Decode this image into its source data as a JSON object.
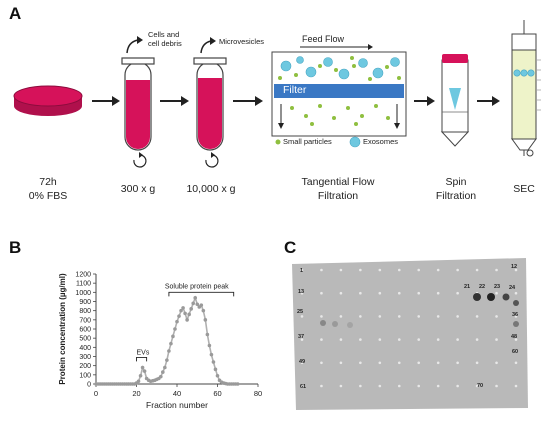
{
  "panel_a": {
    "letter": "A",
    "step1": {
      "line1": "72h",
      "line2": "0% FBS"
    },
    "step2": {
      "label": "300 x g",
      "note_line1": "Cells and",
      "note_line2": "cell debris"
    },
    "step3": {
      "label": "10,000 x g",
      "note": "Microvesicles"
    },
    "step4": {
      "line1": "Tangential Flow",
      "line2": "Filtration",
      "feed_flow": "Feed Flow",
      "filter": "Filter",
      "legend_small": "Small particles",
      "legend_exo": "Exosomes"
    },
    "step5": {
      "line1": "Spin",
      "line2": "Filtration"
    },
    "step6": {
      "label": "SEC"
    },
    "colors": {
      "tube_red": "#d6125a",
      "exosome": "#6ec8e0",
      "particle": "#8fbf3f",
      "filter": "#3a78c4",
      "sec_column": "#eef3c9"
    }
  },
  "panel_b": {
    "letter": "B",
    "annotation_evs": "EVs",
    "annotation_peak": "Soluble protein peak",
    "x_ticks": [
      "0",
      "20",
      "40",
      "60",
      "80"
    ],
    "y_ticks": [
      "0",
      "100",
      "200",
      "300",
      "400",
      "500",
      "600",
      "700",
      "800",
      "900",
      "1000",
      "1100",
      "1200"
    ]
  },
  "panel_c": {
    "letter": "C",
    "spot_labels": [
      "1",
      "12",
      "13",
      "21",
      "22",
      "23",
      "24",
      "25",
      "36",
      "37",
      "48",
      "49",
      "60",
      "61",
      "70"
    ]
  },
  "chart_data": {
    "type": "line",
    "xlabel": "Fraction number",
    "ylabel": "Protein concentration (µg/ml)",
    "xlim": [
      0,
      80
    ],
    "ylim": [
      0,
      1200
    ],
    "x": [
      0,
      1,
      2,
      3,
      4,
      5,
      6,
      7,
      8,
      9,
      10,
      11,
      12,
      13,
      14,
      15,
      16,
      17,
      18,
      19,
      20,
      21,
      22,
      23,
      24,
      25,
      26,
      27,
      28,
      29,
      30,
      31,
      32,
      33,
      34,
      35,
      36,
      37,
      38,
      39,
      40,
      41,
      42,
      43,
      44,
      45,
      46,
      47,
      48,
      49,
      50,
      51,
      52,
      53,
      54,
      55,
      56,
      57,
      58,
      59,
      60,
      61,
      62,
      63,
      64,
      65,
      66,
      67,
      68,
      69,
      70
    ],
    "series": [
      {
        "values": [
          0,
          0,
          0,
          0,
          0,
          0,
          0,
          0,
          0,
          0,
          0,
          0,
          0,
          0,
          0,
          0,
          0,
          0,
          0,
          0,
          10,
          30,
          90,
          180,
          140,
          60,
          40,
          30,
          35,
          40,
          50,
          60,
          80,
          130,
          180,
          260,
          360,
          440,
          520,
          600,
          680,
          740,
          800,
          830,
          770,
          700,
          760,
          820,
          880,
          940,
          870,
          840,
          860,
          800,
          700,
          540,
          420,
          320,
          240,
          160,
          90,
          40,
          20,
          10,
          5,
          0,
          0,
          0,
          0,
          0,
          0
        ]
      }
    ],
    "annotations": [
      "EVs",
      "Soluble protein peak"
    ]
  }
}
